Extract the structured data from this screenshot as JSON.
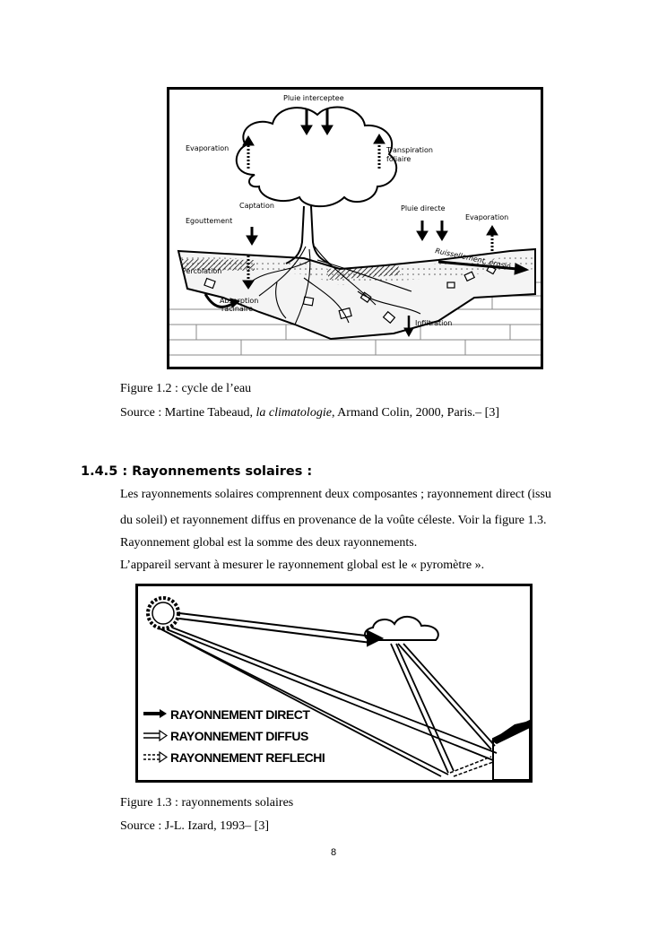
{
  "figure1": {
    "labels": {
      "pluie_interceptee": "Pluie interceptee",
      "evaporation_left": "Evaporation",
      "transpiration_1": "Transpiration",
      "transpiration_2": "foliaire",
      "captation": "Captation",
      "egouttement": "Egouttement",
      "pluie_directe": "Pluie directe",
      "evaporation_right": "Evaporation",
      "ruissellement": "Ruissellement, érosio...",
      "percolation": "Percolation",
      "absorption_1": "Absorption",
      "absorption_2": "racinaire",
      "infiltration": "Infiltration"
    },
    "caption": "Figure 1.2 : cycle de l’eau",
    "source_prefix": "Source : Martine Tabeaud, ",
    "source_italic": "la climatologie",
    "source_suffix": ", Armand Colin, 2000, Paris.– [3]"
  },
  "section": {
    "heading": "1.4.5 : Rayonnements solaires :",
    "lines": [
      "Les rayonnements solaires comprennent deux composantes ; rayonnement direct (issu",
      "du soleil) et rayonnement diffus en provenance de la voûte céleste.  Voir la figure 1.3.",
      "Rayonnement global est la somme des deux rayonnements.",
      "L’appareil servant à mesurer le rayonnement global est le « pyromètre »."
    ]
  },
  "figure2": {
    "legend": [
      "RAYONNEMENT DIRECT",
      "RAYONNEMENT DIFFUS",
      "RAYONNEMENT REFLECHI"
    ],
    "caption": "Figure 1.3 : rayonnements solaires",
    "source": "Source : J-L. Izard, 1993– [3]"
  },
  "page_number": "8"
}
